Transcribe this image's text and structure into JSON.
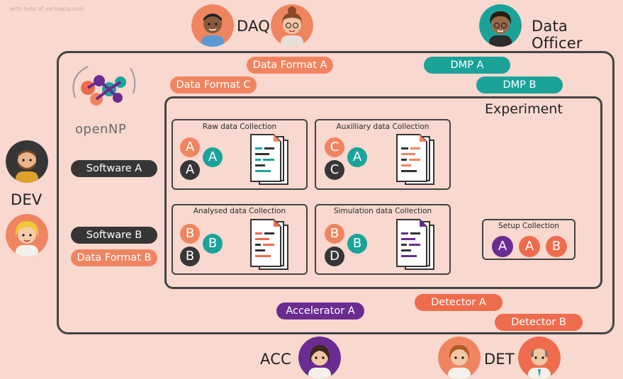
{
  "credit": "with help of vecteezy.com",
  "roles": {
    "daq": "DAQ",
    "data_officer": "Data Officer",
    "dev": "DEV",
    "acc": "ACC",
    "det": "DET"
  },
  "logo": "openNP",
  "experiment_title": "Experiment",
  "pills": {
    "data_format_a": "Data Format A",
    "data_format_c": "Data Format C",
    "data_format_b": "Data Format B",
    "dmp_a": "DMP A",
    "dmp_b": "DMP B",
    "software_a": "Software A",
    "software_b": "Software B",
    "accelerator_a": "Accelerator A",
    "detector_a": "Detector A",
    "detector_b": "Detector B"
  },
  "collections": {
    "raw": {
      "title": "Raw data Collection",
      "c1": "A",
      "c2": "A",
      "c3": "A"
    },
    "aux": {
      "title": "Auxilliary data Collection",
      "c1": "C",
      "c2": "A",
      "c3": "C"
    },
    "analysed": {
      "title": "Analysed data Collection",
      "c1": "B",
      "c2": "B",
      "c3": "B"
    },
    "sim": {
      "title": "Simulation data Collection",
      "c1": "B",
      "c2": "B",
      "c3": "D"
    },
    "setup": {
      "title": "Setup Collection",
      "c1": "A",
      "c2": "A",
      "c3": "B"
    }
  },
  "colors": {
    "background": "#f8d8cf",
    "salmon": "#ef8560",
    "coral": "#ee6c4d",
    "teal": "#1ba39a",
    "dark": "#363636",
    "purple": "#6b2c91"
  }
}
